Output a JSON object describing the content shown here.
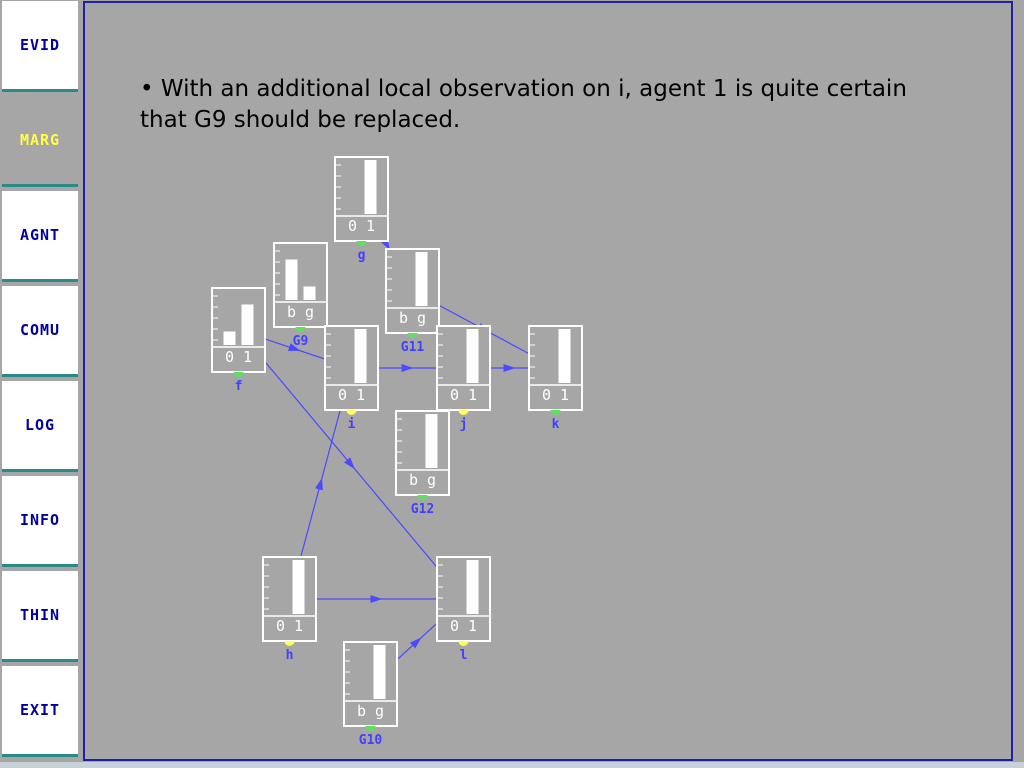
{
  "sidebar": {
    "items": [
      {
        "label": "EVID",
        "active": false
      },
      {
        "label": "MARG",
        "active": true
      },
      {
        "label": "AGNT",
        "active": false
      },
      {
        "label": "COMU",
        "active": false
      },
      {
        "label": "LOG",
        "active": false
      },
      {
        "label": "INFO",
        "active": false
      },
      {
        "label": "THIN",
        "active": false
      },
      {
        "label": "EXIT",
        "active": false
      }
    ]
  },
  "caption": {
    "line1": "• With an additional local observation on i, agent 1 is quite certain",
    "line2": "that G9 should be replaced."
  },
  "colors": {
    "edge": "#4a4aff",
    "node_label": "#4040ff",
    "panel_border": "#2020a0",
    "sidebar_text": "#0000a0",
    "sidebar_active_text": "#ffff40",
    "bar": "#ffffff",
    "button_separator": "#2a8a8a"
  },
  "nodes": [
    {
      "id": "g",
      "label": "g",
      "states": "0 1",
      "probs": [
        0.0,
        1.0
      ],
      "dot": "green"
    },
    {
      "id": "G9",
      "label": "G9",
      "states": "b g",
      "probs": [
        0.75,
        0.25
      ],
      "dot": "green"
    },
    {
      "id": "G11",
      "label": "G11",
      "states": "b g",
      "probs": [
        0.0,
        1.0
      ],
      "dot": "green"
    },
    {
      "id": "f",
      "label": "f",
      "states": "0 1",
      "probs": [
        0.25,
        0.75
      ],
      "dot": "green"
    },
    {
      "id": "i",
      "label": "i",
      "states": "0 1",
      "probs": [
        0.0,
        1.0
      ],
      "dot": "yellow"
    },
    {
      "id": "j",
      "label": "j",
      "states": "0 1",
      "probs": [
        0.0,
        1.0
      ],
      "dot": "yellow"
    },
    {
      "id": "k",
      "label": "k",
      "states": "0 1",
      "probs": [
        0.0,
        1.0
      ],
      "dot": "green"
    },
    {
      "id": "G12",
      "label": "G12",
      "states": "b g",
      "probs": [
        0.0,
        1.0
      ],
      "dot": "green"
    },
    {
      "id": "h",
      "label": "h",
      "states": "0 1",
      "probs": [
        0.0,
        1.0
      ],
      "dot": "yellow"
    },
    {
      "id": "l",
      "label": "l",
      "states": "0 1",
      "probs": [
        0.0,
        1.0
      ],
      "dot": "yellow"
    },
    {
      "id": "G10",
      "label": "G10",
      "states": "b g",
      "probs": [
        0.0,
        1.0
      ],
      "dot": "green"
    }
  ],
  "edges": [
    [
      "g",
      "G11"
    ],
    [
      "G11",
      "j"
    ],
    [
      "G11",
      "k"
    ],
    [
      "G9",
      "i"
    ],
    [
      "f",
      "i"
    ],
    [
      "f",
      "l"
    ],
    [
      "i",
      "j"
    ],
    [
      "j",
      "k"
    ],
    [
      "h",
      "i"
    ],
    [
      "h",
      "l"
    ],
    [
      "G10",
      "l"
    ]
  ]
}
